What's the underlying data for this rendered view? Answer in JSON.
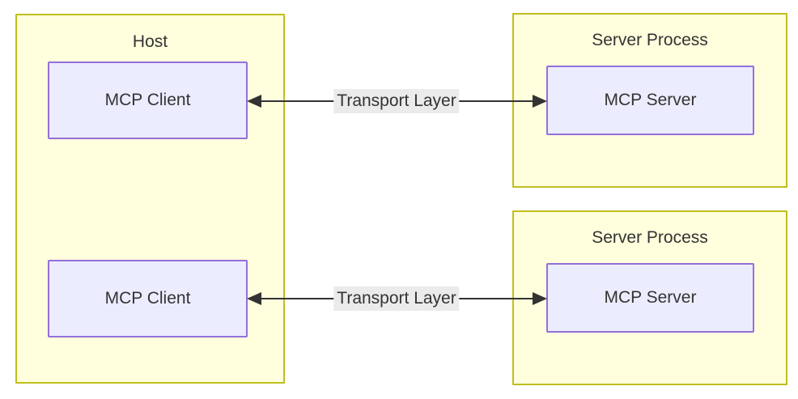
{
  "diagram": {
    "type": "flowchart",
    "background_color": "#ffffff",
    "group_fill": "#ffffdd",
    "group_stroke": "#bfbf1f",
    "node_fill": "#ececff",
    "node_stroke": "#9370db",
    "text_color": "#333333",
    "edge_color": "#333333",
    "edge_label_background": "#ebebeb",
    "groups": [
      {
        "id": "host",
        "title": "Host"
      },
      {
        "id": "server-process-1",
        "title": "Server Process"
      },
      {
        "id": "server-process-2",
        "title": "Server Process"
      }
    ],
    "nodes": [
      {
        "id": "mcp-client-1",
        "label": "MCP Client"
      },
      {
        "id": "mcp-client-2",
        "label": "MCP Client"
      },
      {
        "id": "mcp-server-1",
        "label": "MCP Server"
      },
      {
        "id": "mcp-server-2",
        "label": "MCP Server"
      }
    ],
    "edges": [
      {
        "id": "transport-1",
        "label": "Transport Layer",
        "from": "mcp-client-1",
        "to": "mcp-server-1",
        "direction": "bidirectional"
      },
      {
        "id": "transport-2",
        "label": "Transport Layer",
        "from": "mcp-client-2",
        "to": "mcp-server-2",
        "direction": "bidirectional"
      }
    ]
  }
}
